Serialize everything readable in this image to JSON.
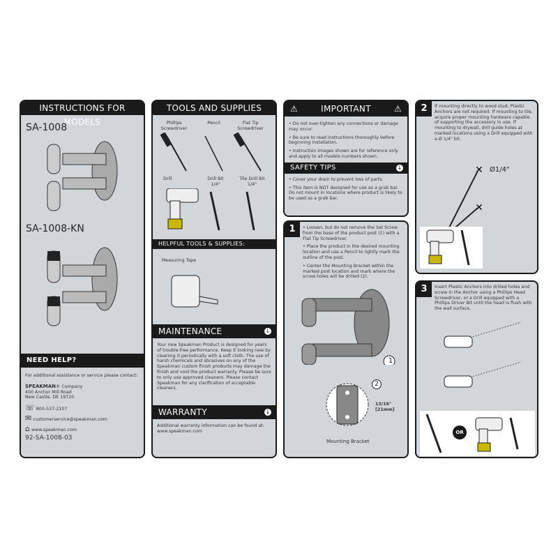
{
  "instructions": {
    "title": "INSTRUCTIONS FOR MODELS",
    "model1": "SA-1008",
    "model2": "SA-1008-KN"
  },
  "help": {
    "title": "NEED HELP?",
    "intro": "For additional assistance or service please contact:",
    "brand": "SPEAKMAN",
    "brand_suffix": "® Company",
    "address1": "400 Anchor Mill Road",
    "address2": "New Castle, DE 19720",
    "phone": "800-537-2107",
    "email": "customerservice@speakman.com",
    "web": "www.speakman.com",
    "doc_number": "92-SA-1008-03"
  },
  "tools": {
    "title": "TOOLS AND SUPPLIES",
    "items": [
      "Phillips Screwdriver",
      "Pencil",
      "Flat Tip Screwdriver",
      "Drill",
      "Drill Bit 1/4\"",
      "Tile Drill Bit 1/4\""
    ],
    "helpful_title": "HELPFUL TOOLS & SUPPLIES:",
    "helpful_item": "Measuring Tape"
  },
  "maintenance": {
    "title": "MAINTENANCE",
    "text": "Your new Speakman Product is designed for years of trouble-free performance. Keep it looking new by cleaning it periodically with a soft cloth. The use of harsh chemicals and abrasives on any of the Speakman custom finish products may damage the finish and void the product warranty. Please be sure to only use approved cleaners. Please contact Speakman for any clarification of acceptable cleaners."
  },
  "warranty": {
    "title": "WARRANTY",
    "text": "Additional warranty information can be found at: www.speakman.com"
  },
  "important": {
    "title": "IMPORTANT",
    "items": [
      "• Do not over-tighten any connections or damage may occur.",
      "• Be sure to read instructions thoroughly before beginning installation.",
      "• Instruction images shown are for reference only and apply to all models numbers shown."
    ]
  },
  "safety": {
    "title": "SAFETY TIPS",
    "items": [
      "• Cover your drain to prevent loss of parts.",
      "• This item is NOT designed for use as a grab bar. Do not mount in locations where product is likely to be used as a grab bar."
    ]
  },
  "step1": {
    "number": "1",
    "items": [
      "• Loosen, but do not remove the Set Screw from the base of the product post (1) with a Flat Tip Screwdriver.",
      "• Place the product in the desired mounting location and use a Pencil to lightly mark the outline of the post.",
      "• Center the Mounting Bracket within the marked post location and mark where the screw holes will be drilled (2)."
    ],
    "callout1": "1",
    "callout2": "2",
    "dimension": "13/16\" [21mm]",
    "bracket_label": "Mounting Bracket"
  },
  "step2": {
    "number": "2",
    "text": "If mounting directly to wood stud, Plastic Anchors are not required. If mounting to tile, acquire proper mounting hardware capable of supporting the accessory in use. If mounting to drywall, drill guide holes at marked locations using a Drill equipped with a Ø 1/4\" bit.",
    "hole_label": "Ø1/4\""
  },
  "step3": {
    "number": "3",
    "text": "Insert Plastic Anchors into drilled holes and screw in the Anchor using a Phillips Head Screwdriver, or a Drill equipped with a Phillips Driver Bit until the head is flush with the wall surface.",
    "or_label": "OR"
  }
}
